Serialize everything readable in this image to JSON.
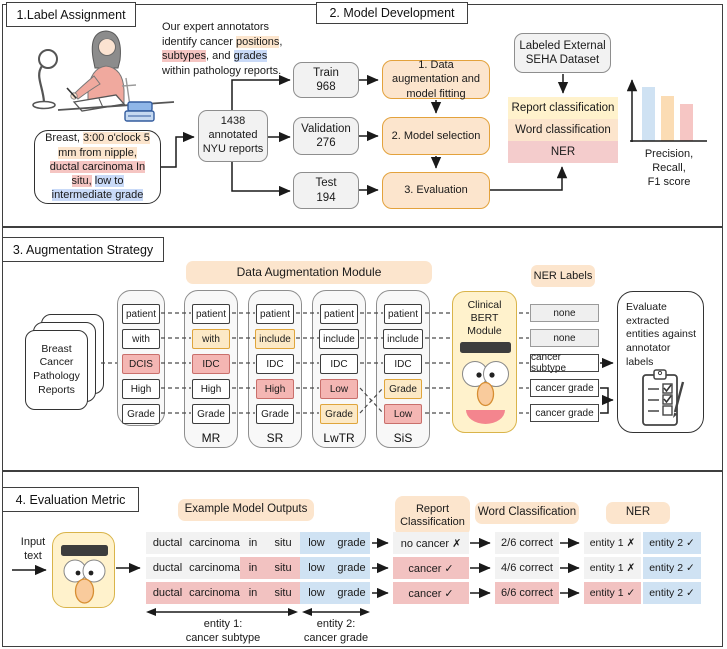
{
  "colors": {
    "peach": "#FCE5CD",
    "pink_hl": "#F5C5C2",
    "blue_hl": "#C9DAF8",
    "token_pink": "#F4B6B3",
    "token_yellow": "#FCE9C6",
    "row_gray": "#F2F2F2",
    "row_pink": "#F2C2C1",
    "row_blue": "#CFE2F3",
    "step_border": "#E3A23C",
    "bert_fill": "#FFF2CC",
    "bert_border": "#D9B44A",
    "stack_yellow": "#FFF2CC",
    "stack_peach": "#FCE5CD",
    "stack_pink": "#F4CCCC"
  },
  "s1": {
    "title": "1.Label Assignment",
    "note": {
      "pre": "Our expert annotators identify cancer ",
      "positions": "positions",
      "c1": ", ",
      "subtypes": "subtypes",
      "c2": ", and ",
      "grades": "grades",
      "post": " within pathology reports."
    },
    "report": {
      "pre": "Breast, ",
      "position": "3:00 o'clock 5 mm from nipple,",
      "sp1": " ",
      "subtype": "ductal carcinoma In situ,",
      "sp2": " ",
      "grade": "low to intermediate grade"
    },
    "dataset": "1438 annotated NYU reports",
    "splits": [
      {
        "name": "Train",
        "count": "968"
      },
      {
        "name": "Validation",
        "count": "276"
      },
      {
        "name": "Test",
        "count": "194"
      }
    ]
  },
  "s2": {
    "title": "2. Model Development",
    "steps": [
      "1. Data augmentation and model fitting",
      "2. Model selection",
      "3. Evaluation"
    ],
    "external": "Labeled External SEHA Dataset",
    "stack": [
      "Report classification",
      "Word classification",
      "NER"
    ],
    "metrics": "Precision,\nRecall,\nF1 score",
    "chart": {
      "type": "bar",
      "series": [
        "Precision",
        "Recall",
        "F1 score"
      ],
      "relative_heights": [
        1.0,
        0.83,
        0.68
      ],
      "bar_colors": [
        "#CFE2F3",
        "#FBDCB4",
        "#F6C6C4"
      ]
    }
  },
  "s3": {
    "title": "3. Augmentation Strategy",
    "module": "Data Augmentation Module",
    "source": "Breast Cancer Pathology Reports",
    "columns": [
      {
        "label": "",
        "tokens": [
          "patient",
          "with",
          "DCIS",
          "High",
          "Grade"
        ]
      },
      {
        "label": "MR",
        "tokens": [
          "patient",
          "with",
          "IDC",
          "High",
          "Grade"
        ]
      },
      {
        "label": "SR",
        "tokens": [
          "patient",
          "include",
          "IDC",
          "High",
          "Grade"
        ]
      },
      {
        "label": "LwTR",
        "tokens": [
          "patient",
          "include",
          "IDC",
          "Low",
          "Grade"
        ]
      },
      {
        "label": "SiS",
        "tokens": [
          "patient",
          "include",
          "IDC",
          "Grade",
          "Low"
        ]
      }
    ],
    "bert": "Clinical\nBERT\nModule",
    "ner_title": "NER Labels",
    "ner_labels": [
      "none",
      "none",
      "cancer subtype",
      "cancer grade",
      "cancer grade"
    ],
    "evaluate": "Evaluate extracted entities against annotator labels"
  },
  "s4": {
    "title": "4. Evaluation Metric",
    "input": "Input text",
    "outputs_title": "Example Model Outputs",
    "rows": [
      [
        "ductal",
        "carcinoma",
        "in",
        "situ",
        "low",
        "grade"
      ],
      [
        "ductal",
        "carcinoma",
        "in",
        "situ",
        "low",
        "grade"
      ],
      [
        "ductal",
        "carcinoma",
        "in",
        "situ",
        "low",
        "grade"
      ]
    ],
    "entity1": "entity 1:\ncancer subtype",
    "entity2": "entity 2:\ncancer grade",
    "report": {
      "title": "Report\nClassification",
      "rows": [
        "no cancer ✗",
        "cancer ✓",
        "cancer ✓"
      ]
    },
    "word": {
      "title": "Word Classification",
      "rows": [
        "2/6 correct",
        "4/6 correct",
        "6/6 correct"
      ]
    },
    "ner": {
      "title": "NER",
      "rows": [
        [
          "entity 1 ✗",
          "entity 2 ✓"
        ],
        [
          "entity 1 ✗",
          "entity 2 ✓"
        ],
        [
          "entity 1 ✓",
          "entity 2 ✓"
        ]
      ]
    }
  }
}
